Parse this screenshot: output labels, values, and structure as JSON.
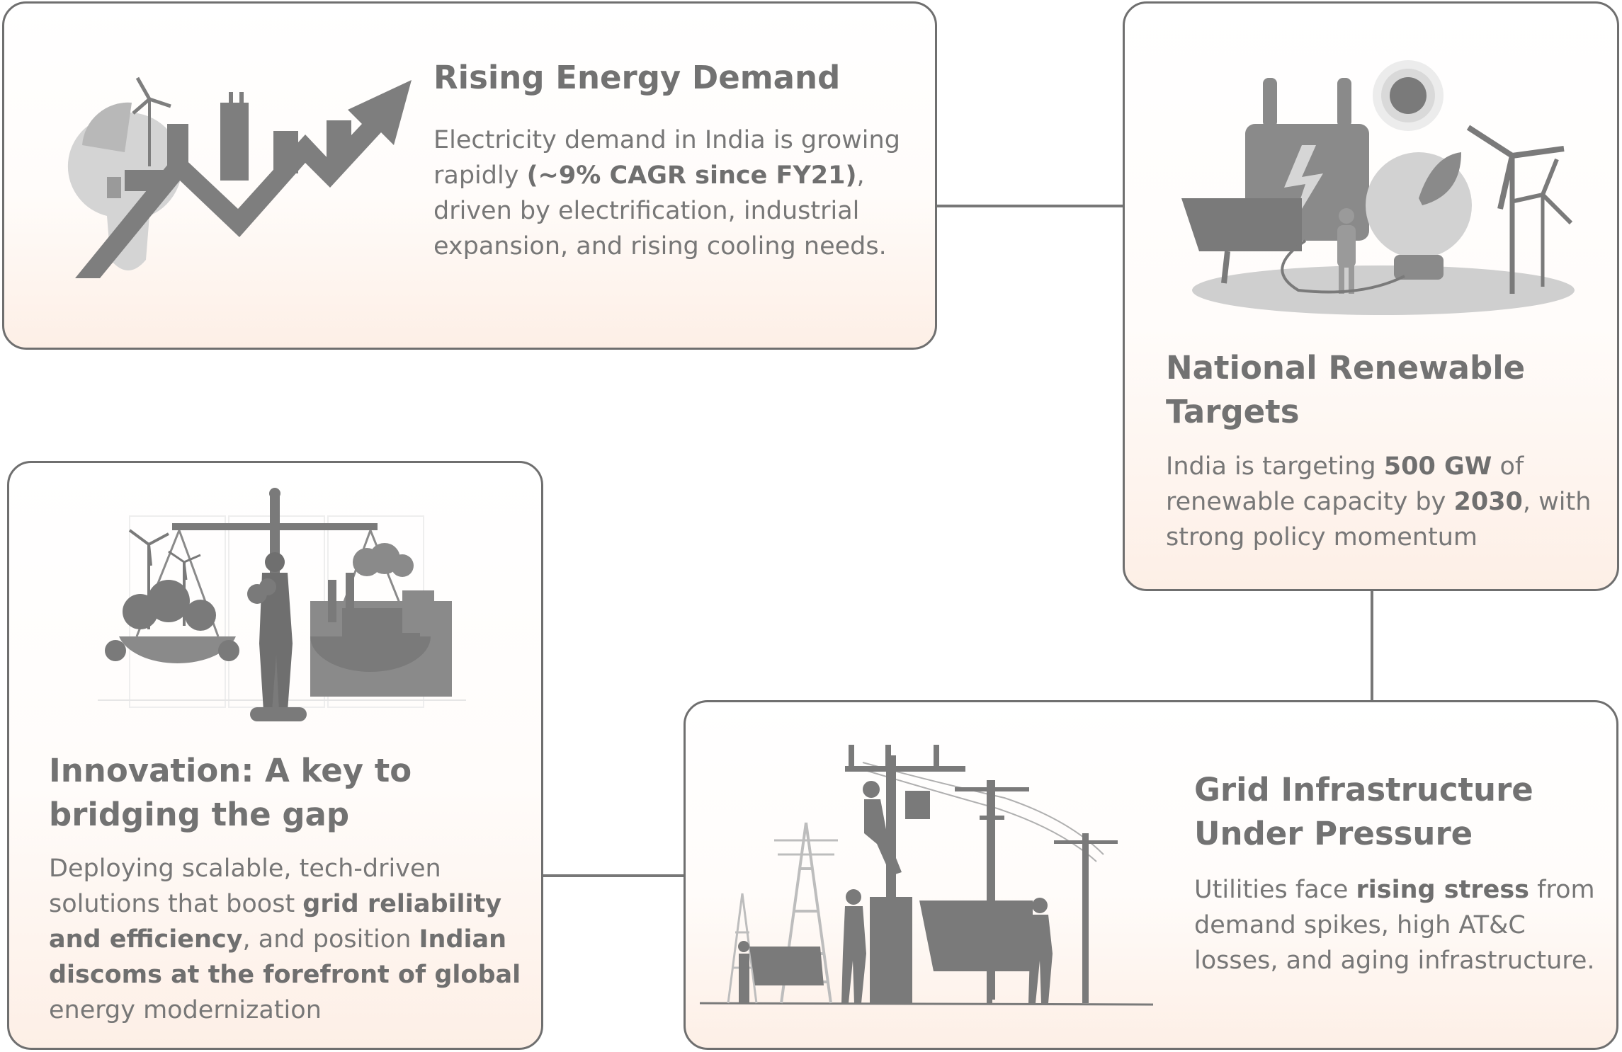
{
  "cards": {
    "rising_demand": {
      "title": "Rising Energy Demand",
      "body": {
        "p1": "Electricity demand in India is growing rapidly ",
        "b1": "(~9% CAGR since FY21)",
        "p2": ", driven by electrification, industrial expansion, and rising cooling needs."
      },
      "icon": "growth-arrow-bulb-icon"
    },
    "renewable_targets": {
      "title": "National Renewable Targets",
      "body": {
        "p1": "India is targeting ",
        "b1": "500 GW",
        "p2": " of renewable capacity by ",
        "b2": "2030",
        "p3": ", with strong policy momentum"
      },
      "icon": "renewable-energy-icon"
    },
    "grid_pressure": {
      "title": "Grid Infrastructure Under Pressure",
      "body": {
        "p1": "Utilities face ",
        "b1": "rising stress",
        "p2": " from demand spikes, high AT&C losses, and aging infrastructure."
      },
      "icon": "power-grid-workers-icon"
    },
    "innovation": {
      "title": "Innovation: A key to bridging the gap",
      "body": {
        "p1": "Deploying scalable, tech-driven solutions that boost ",
        "b1": "grid reliability and efficiency",
        "p2": ", and position ",
        "b2": "Indian discoms at the forefront of global",
        "p3": " energy modernization"
      },
      "icon": "balance-scale-icon"
    }
  },
  "colors": {
    "border": "#6f6f6f",
    "text": "#777777",
    "title": "#727272",
    "card_bottom": "#fdefe6",
    "illustration": "#7a7a7a"
  }
}
